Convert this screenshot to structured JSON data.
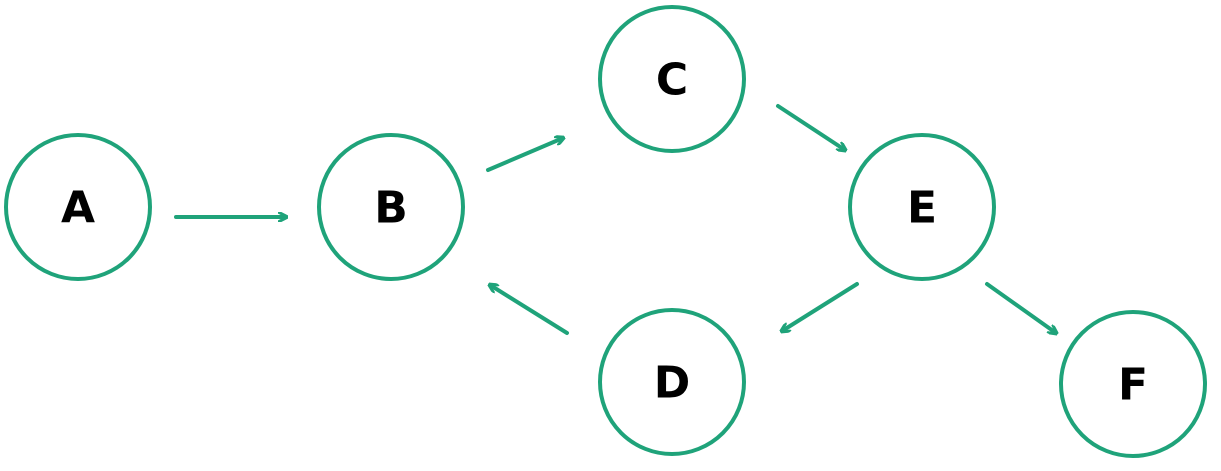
{
  "colors": {
    "node_stroke": "#1fa37a",
    "edge": "#1fa37a",
    "label": "#000000",
    "background": "#ffffff"
  },
  "nodes": [
    {
      "id": "A",
      "label": "A"
    },
    {
      "id": "B",
      "label": "B"
    },
    {
      "id": "C",
      "label": "C"
    },
    {
      "id": "D",
      "label": "D"
    },
    {
      "id": "E",
      "label": "E"
    },
    {
      "id": "F",
      "label": "F"
    }
  ],
  "edges": [
    {
      "from": "A",
      "to": "B"
    },
    {
      "from": "B",
      "to": "C"
    },
    {
      "from": "C",
      "to": "E"
    },
    {
      "from": "E",
      "to": "D"
    },
    {
      "from": "D",
      "to": "B"
    },
    {
      "from": "E",
      "to": "F"
    }
  ]
}
